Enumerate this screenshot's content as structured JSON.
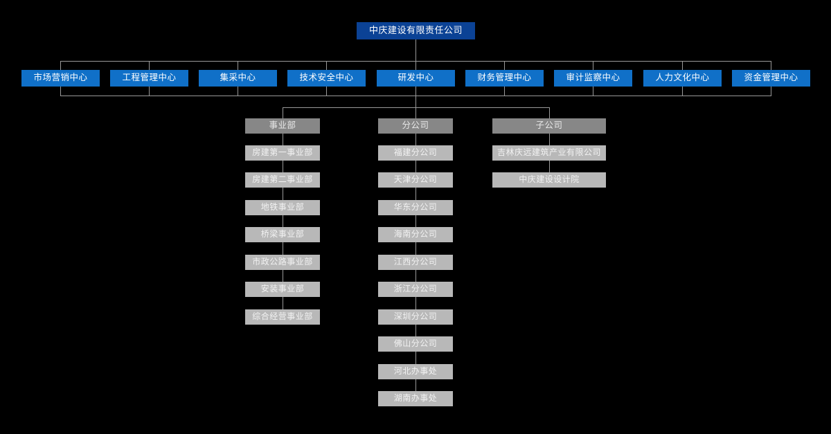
{
  "org_chart": {
    "type": "org-tree",
    "background_color": "#000000",
    "colors": {
      "root_box": "#0b4295",
      "center_box": "#1070c8",
      "group_box": "#878787",
      "leaf_box": "#b8b8b8",
      "connector_line": "#9a9a9a",
      "root_text": "#ffffff",
      "center_text": "#ffffff",
      "group_text": "#e8e8e8",
      "leaf_text": "#f2f2f2"
    },
    "root": {
      "label": "中庆建设有限责任公司"
    },
    "centers": [
      {
        "label": "市场营销中心"
      },
      {
        "label": "工程管理中心"
      },
      {
        "label": "集采中心"
      },
      {
        "label": "技术安全中心"
      },
      {
        "label": "研发中心"
      },
      {
        "label": "财务管理中心"
      },
      {
        "label": "审计监察中心"
      },
      {
        "label": "人力文化中心"
      },
      {
        "label": "资金管理中心"
      }
    ],
    "groups": [
      {
        "label": "事业部",
        "children": [
          {
            "label": "房建第一事业部"
          },
          {
            "label": "房建第二事业部"
          },
          {
            "label": "地铁事业部"
          },
          {
            "label": "桥梁事业部"
          },
          {
            "label": "市政公路事业部"
          },
          {
            "label": "安装事业部"
          },
          {
            "label": "综合经营事业部"
          }
        ]
      },
      {
        "label": "分公司",
        "children": [
          {
            "label": "福建分公司"
          },
          {
            "label": "天津分公司"
          },
          {
            "label": "华东分公司"
          },
          {
            "label": "海南分公司"
          },
          {
            "label": "江西分公司"
          },
          {
            "label": "浙江分公司"
          },
          {
            "label": "深圳分公司"
          },
          {
            "label": "佛山分公司"
          },
          {
            "label": "河北办事处"
          },
          {
            "label": "湖南办事处"
          }
        ]
      },
      {
        "label": "子公司",
        "children": [
          {
            "label": "吉林庆远建筑产业有限公司"
          },
          {
            "label": "中庆建设设计院"
          }
        ]
      }
    ]
  }
}
